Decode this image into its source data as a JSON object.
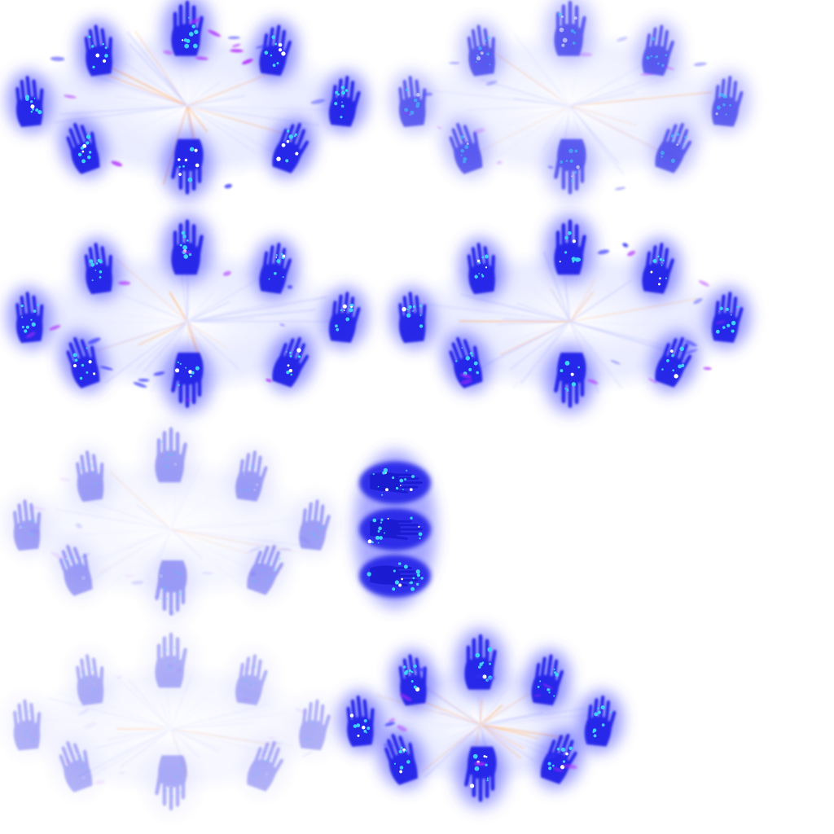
{
  "sprite_sheet": {
    "background_color": "#ffffff",
    "palette": {
      "glow": "#3b3bff",
      "core": "#2020e8",
      "highlight": "#3fd2ff",
      "hot_spot": "#b02cff",
      "haze": "#dde0ff",
      "streak": "#ffb066"
    },
    "frames": [
      {
        "id": "frame-1",
        "kind": "ring-of-hands",
        "intensity": 1.0
      },
      {
        "id": "frame-2",
        "kind": "ring-of-hands",
        "intensity": 0.55
      },
      {
        "id": "frame-3",
        "kind": "ring-of-hands",
        "intensity": 1.0
      },
      {
        "id": "frame-4",
        "kind": "ring-of-hands",
        "intensity": 1.0
      },
      {
        "id": "frame-5",
        "kind": "ring-of-hands",
        "intensity": 0.18
      },
      {
        "id": "frame-6",
        "kind": "hand-stack",
        "intensity": 1.0
      },
      {
        "id": "frame-7",
        "kind": "ring-of-hands",
        "intensity": 0.1
      },
      {
        "id": "frame-8",
        "kind": "ring-of-hands",
        "intensity": 1.0
      }
    ]
  }
}
